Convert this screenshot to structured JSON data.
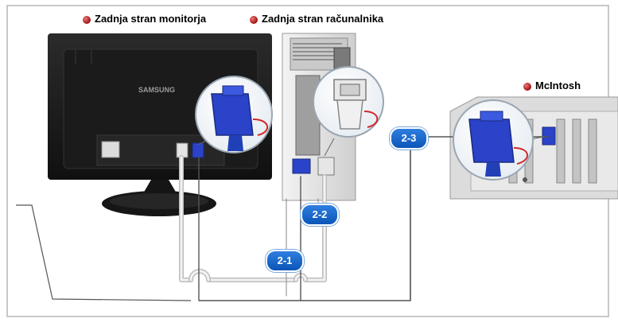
{
  "labels": {
    "monitor_back": "Zadnja stran monitorja",
    "computer_back": "Zadnja stran računalnika",
    "mac": "McIntosh"
  },
  "brand": "SAMSUNG",
  "badges": {
    "step_2_1": "2-1",
    "step_2_2": "2-2",
    "step_2_3": "2-3"
  },
  "colors": {
    "badge": "#1565c8",
    "dot": "#b01818",
    "connector_blue": "#2a43c8",
    "connector_white": "#e8e8e8"
  },
  "icons": {
    "bullet": "red-dot-icon",
    "dvi_connector": "dvi-connector-icon",
    "vga_connector": "d-sub-connector-icon"
  }
}
